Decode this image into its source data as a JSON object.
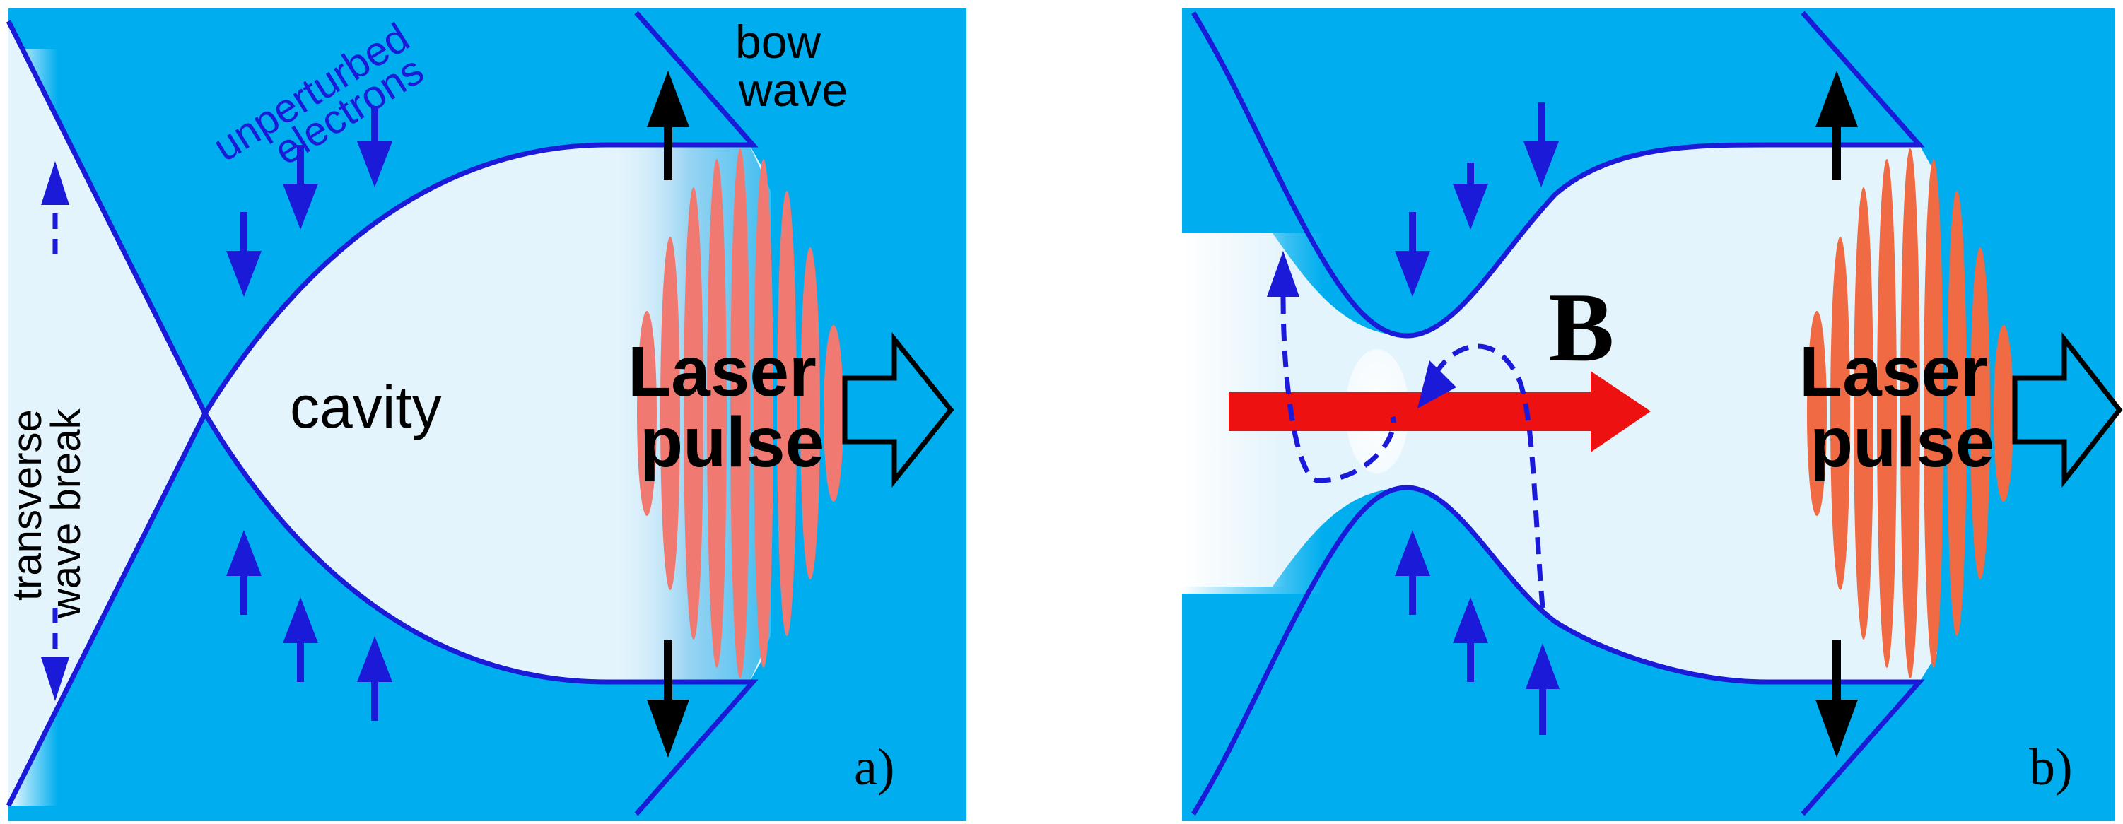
{
  "colors": {
    "plasma": "#00aeef",
    "cavity": "#e4f4fc",
    "boundary": "#1a1ad8",
    "electron_arrow": "#1a1ad8",
    "black_arrow": "#000000",
    "laser_a": "#f07a72",
    "laser_b": "#f06a44",
    "field_arrow": "#ee1111"
  },
  "panel_a": {
    "label_unperturbed_1": "unperturbed",
    "label_unperturbed_2": "electrons",
    "label_bow_1": "bow",
    "label_bow_2": "wave",
    "label_cavity": "cavity",
    "label_laser_1": "Laser",
    "label_laser_2": "pulse",
    "label_transverse_1": "transverse",
    "label_transverse_2": "wave break",
    "panel_tag": "a)"
  },
  "panel_b": {
    "label_field": "B",
    "label_laser_1": "Laser",
    "label_laser_2": "pulse",
    "panel_tag": "b)"
  },
  "icons": {
    "electron_arrows": "down-arrow-icon / up-arrow-icon",
    "propagation_arrow": "hollow-right-arrow-icon",
    "field_arrow": "red-right-arrow-icon"
  }
}
